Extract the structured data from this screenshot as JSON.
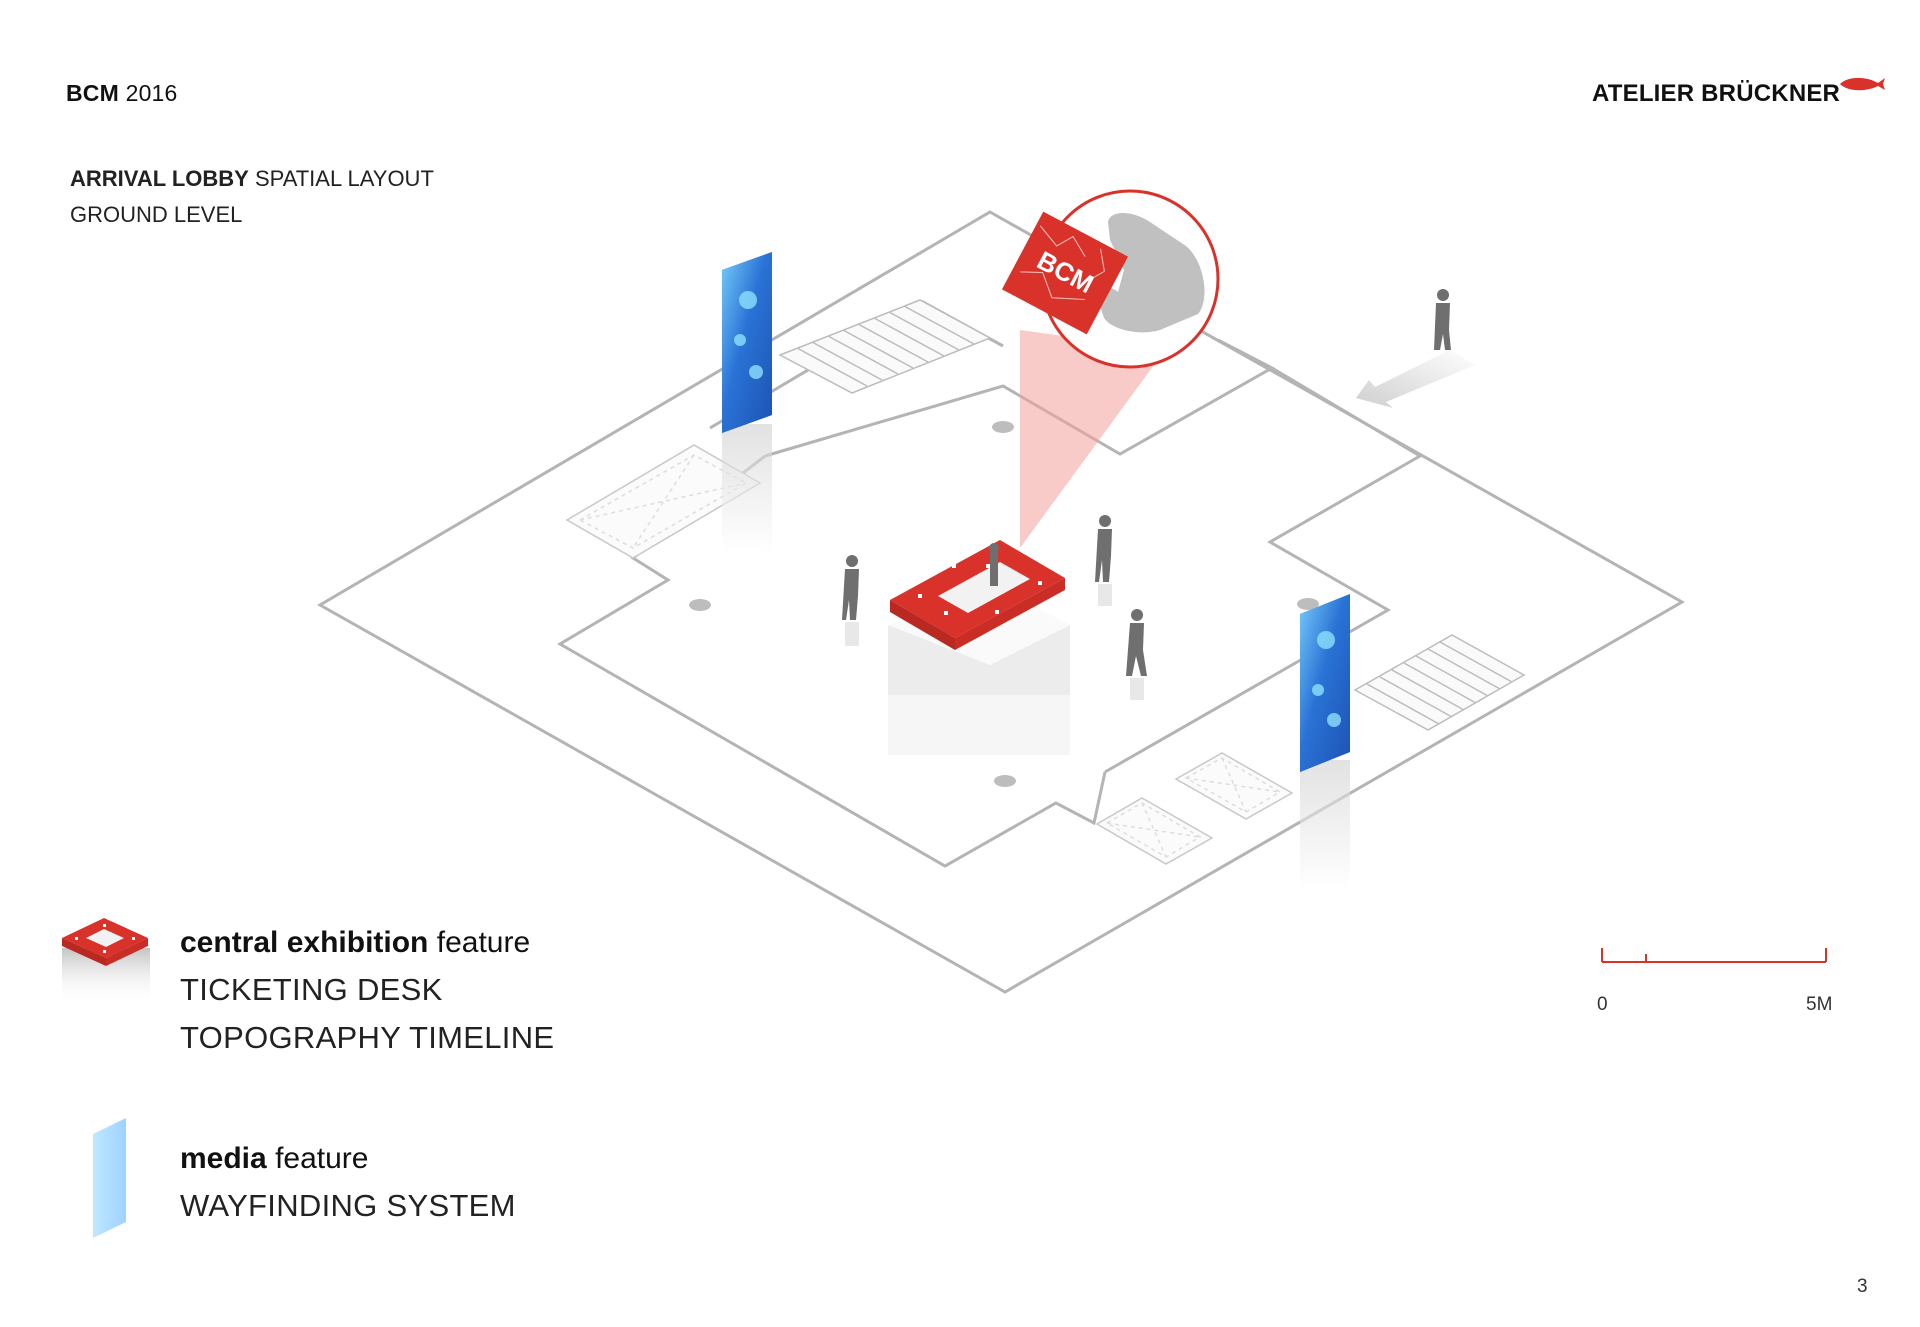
{
  "header": {
    "project_bold": "BCM",
    "project_year": "2016",
    "brand": "ATELIER BRÜCKNER"
  },
  "title": {
    "line1_bold": "ARRIVAL LOBBY",
    "line1_rest": "SPATIAL LAYOUT",
    "line2": "GROUND LEVEL"
  },
  "badge_text": "BCM",
  "legend": [
    {
      "icon": "central-exhibition-icon",
      "heading_bold": "central exhibition",
      "heading_rest": "feature",
      "lines": [
        "TICKETING DESK",
        "TOPOGRAPHY TIMELINE"
      ]
    },
    {
      "icon": "media-panel-icon",
      "heading_bold": "media",
      "heading_rest": "feature",
      "lines": [
        "WAYFINDING SYSTEM"
      ]
    }
  ],
  "scale_bar": {
    "start": "0",
    "end": "5M"
  },
  "page_number": "3",
  "colors": {
    "accent": "#d9322a",
    "plan_line": "#b4b4b4",
    "figure": "#6f6f6f",
    "media": "#2d6fd1"
  }
}
